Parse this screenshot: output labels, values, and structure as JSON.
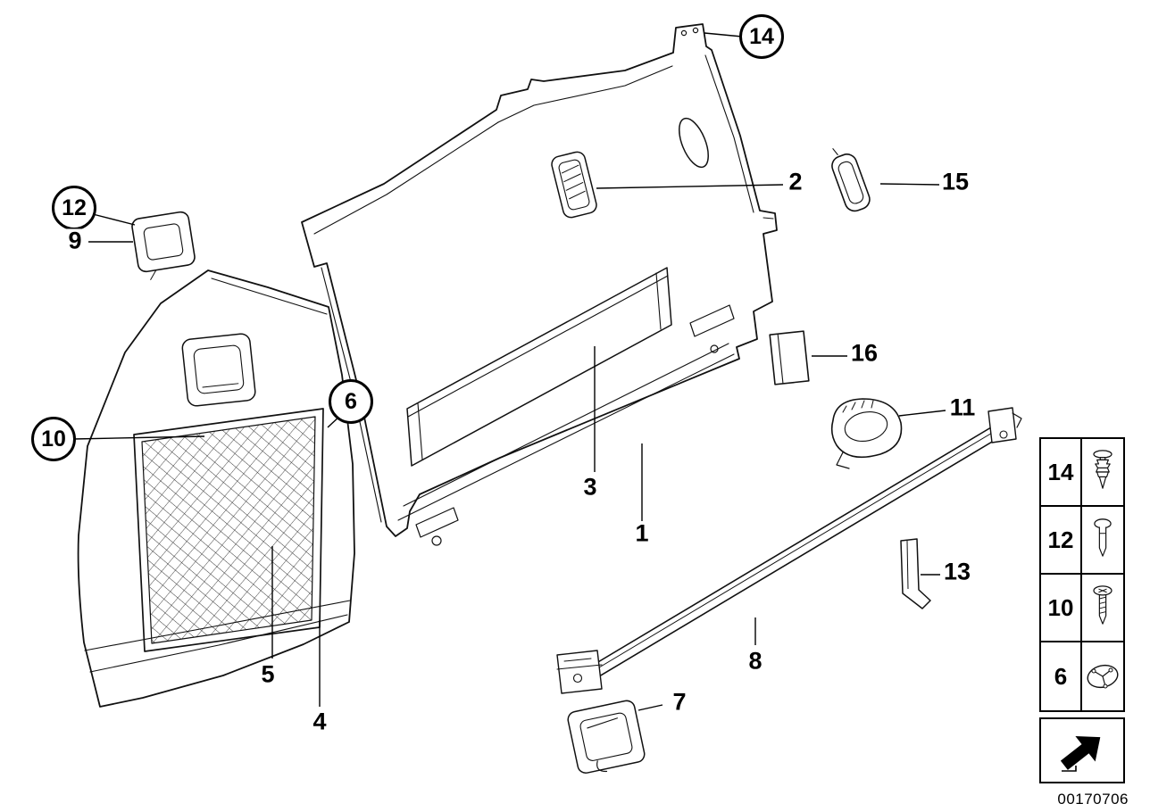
{
  "image": {
    "part_number": "00170706"
  },
  "callouts": {
    "n1": {
      "label": "1"
    },
    "n2": {
      "label": "2"
    },
    "n3": {
      "label": "3"
    },
    "n4": {
      "label": "4"
    },
    "n5": {
      "label": "5"
    },
    "n6": {
      "label": "6"
    },
    "n7": {
      "label": "7"
    },
    "n8": {
      "label": "8"
    },
    "n9": {
      "label": "9"
    },
    "n10": {
      "label": "10"
    },
    "n11": {
      "label": "11"
    },
    "n12": {
      "label": "12"
    },
    "n13": {
      "label": "13"
    },
    "n14": {
      "label": "14"
    },
    "n15": {
      "label": "15"
    },
    "n16": {
      "label": "16"
    }
  },
  "legend": {
    "rows": [
      {
        "label": "14",
        "icon": "expansion-rivet-icon"
      },
      {
        "label": "12",
        "icon": "blind-plug-icon"
      },
      {
        "label": "10",
        "icon": "screw-icon"
      },
      {
        "label": "6",
        "icon": "clip-grommet-icon"
      }
    ],
    "direction_symbol": "direction-arrow-icon"
  },
  "colors": {
    "line": "#000000",
    "background": "#ffffff"
  }
}
